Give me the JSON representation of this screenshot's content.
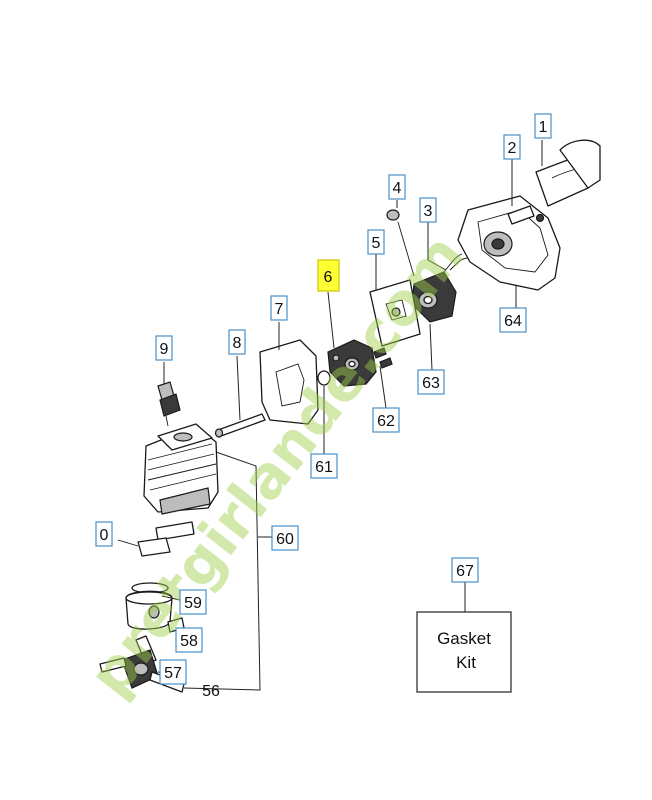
{
  "watermark": "pretgirlande.com",
  "callouts": {
    "c1": "1",
    "c2": "2",
    "c3": "3",
    "c4": "4",
    "c5": "5",
    "c6": "6",
    "c7": "7",
    "c8": "8",
    "c9": "9",
    "c10": "0",
    "c56": "56",
    "c57": "57",
    "c58": "58",
    "c59": "59",
    "c60": "60",
    "c61": "61",
    "c62": "62",
    "c63": "63",
    "c64": "64",
    "c67": "67"
  },
  "kit": {
    "line1": "Gasket",
    "line2": "Kit"
  },
  "highlight_color": "#ffff33",
  "callout_border_color": "#4a90c8"
}
